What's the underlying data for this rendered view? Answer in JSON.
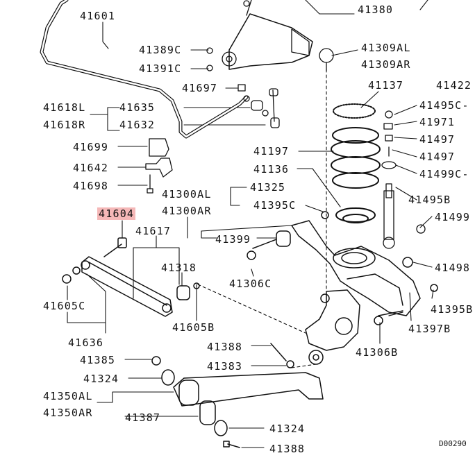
{
  "labels": {
    "p41601": "41601",
    "p41380": "41380",
    "p41389C": "41389C",
    "p41391C": "41391C",
    "p41309AL": "41309AL",
    "p41309AR": "41309AR",
    "p41697": "41697",
    "p41137": "41137",
    "p41422": "41422",
    "p41618L": "41618L",
    "p41635": "41635",
    "p41618R": "41618R",
    "p41632": "41632",
    "p41495C": "41495C-",
    "p41971": "41971",
    "p41497a": "41497",
    "p41497b": "41497",
    "p41699": "41699",
    "p41197": "41197",
    "p41642": "41642",
    "p41136": "41136",
    "p41499C": "41499C-",
    "p41698": "41698",
    "p41300AL": "41300AL",
    "p41325": "41325",
    "p41495B": "41495B",
    "p41300AR": "41300AR",
    "p41395C": "41395C",
    "p41604": "41604",
    "p41499": "41499",
    "p41617": "41617",
    "p41399": "41399",
    "p41318": "41318",
    "p41498": "41498",
    "p41306C": "41306C",
    "p41605C": "41605C",
    "p41395B": "41395B",
    "p41605B": "41605B",
    "p41397B": "41397B",
    "p41636": "41636",
    "p41388a": "41388",
    "p41306B": "41306B",
    "p41385": "41385",
    "p41383": "41383",
    "p41324a": "41324",
    "p41350AL": "41350AL",
    "p41350AR": "41350AR",
    "p41387": "41387",
    "p41324b": "41324",
    "p41388b": "41388"
  },
  "drawing_code": "D00290",
  "highlighted_part": "41604",
  "highlight_color": "#f5b8b8",
  "ink_color": "#111111"
}
